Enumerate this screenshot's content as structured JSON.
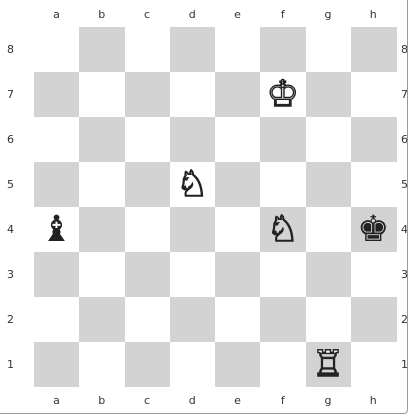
{
  "board": {
    "files": [
      "a",
      "b",
      "c",
      "d",
      "e",
      "f",
      "g",
      "h"
    ],
    "ranks": [
      "8",
      "7",
      "6",
      "5",
      "4",
      "3",
      "2",
      "1"
    ],
    "right_rank_labels": [
      "8",
      "7",
      "6",
      "5",
      "4",
      "3",
      "2",
      "1"
    ],
    "pieces": [
      {
        "square": "f7",
        "type": "king",
        "color": "white",
        "glyph": "♔",
        "icon": "white-king-icon"
      },
      {
        "square": "d5",
        "type": "knight",
        "color": "white",
        "glyph": "♘",
        "icon": "white-knight-icon"
      },
      {
        "square": "a4",
        "type": "bishop",
        "color": "black",
        "glyph": "♝",
        "icon": "black-bishop-icon"
      },
      {
        "square": "f4",
        "type": "knight",
        "color": "white",
        "glyph": "♘",
        "icon": "white-knight-icon"
      },
      {
        "square": "h4",
        "type": "king",
        "color": "black",
        "glyph": "♚",
        "icon": "black-king-icon"
      },
      {
        "square": "g1",
        "type": "rook",
        "color": "white",
        "glyph": "♖",
        "icon": "white-rook-icon"
      }
    ],
    "colors": {
      "light_square": "#ffffff",
      "dark_square": "#d3d3d3"
    }
  }
}
